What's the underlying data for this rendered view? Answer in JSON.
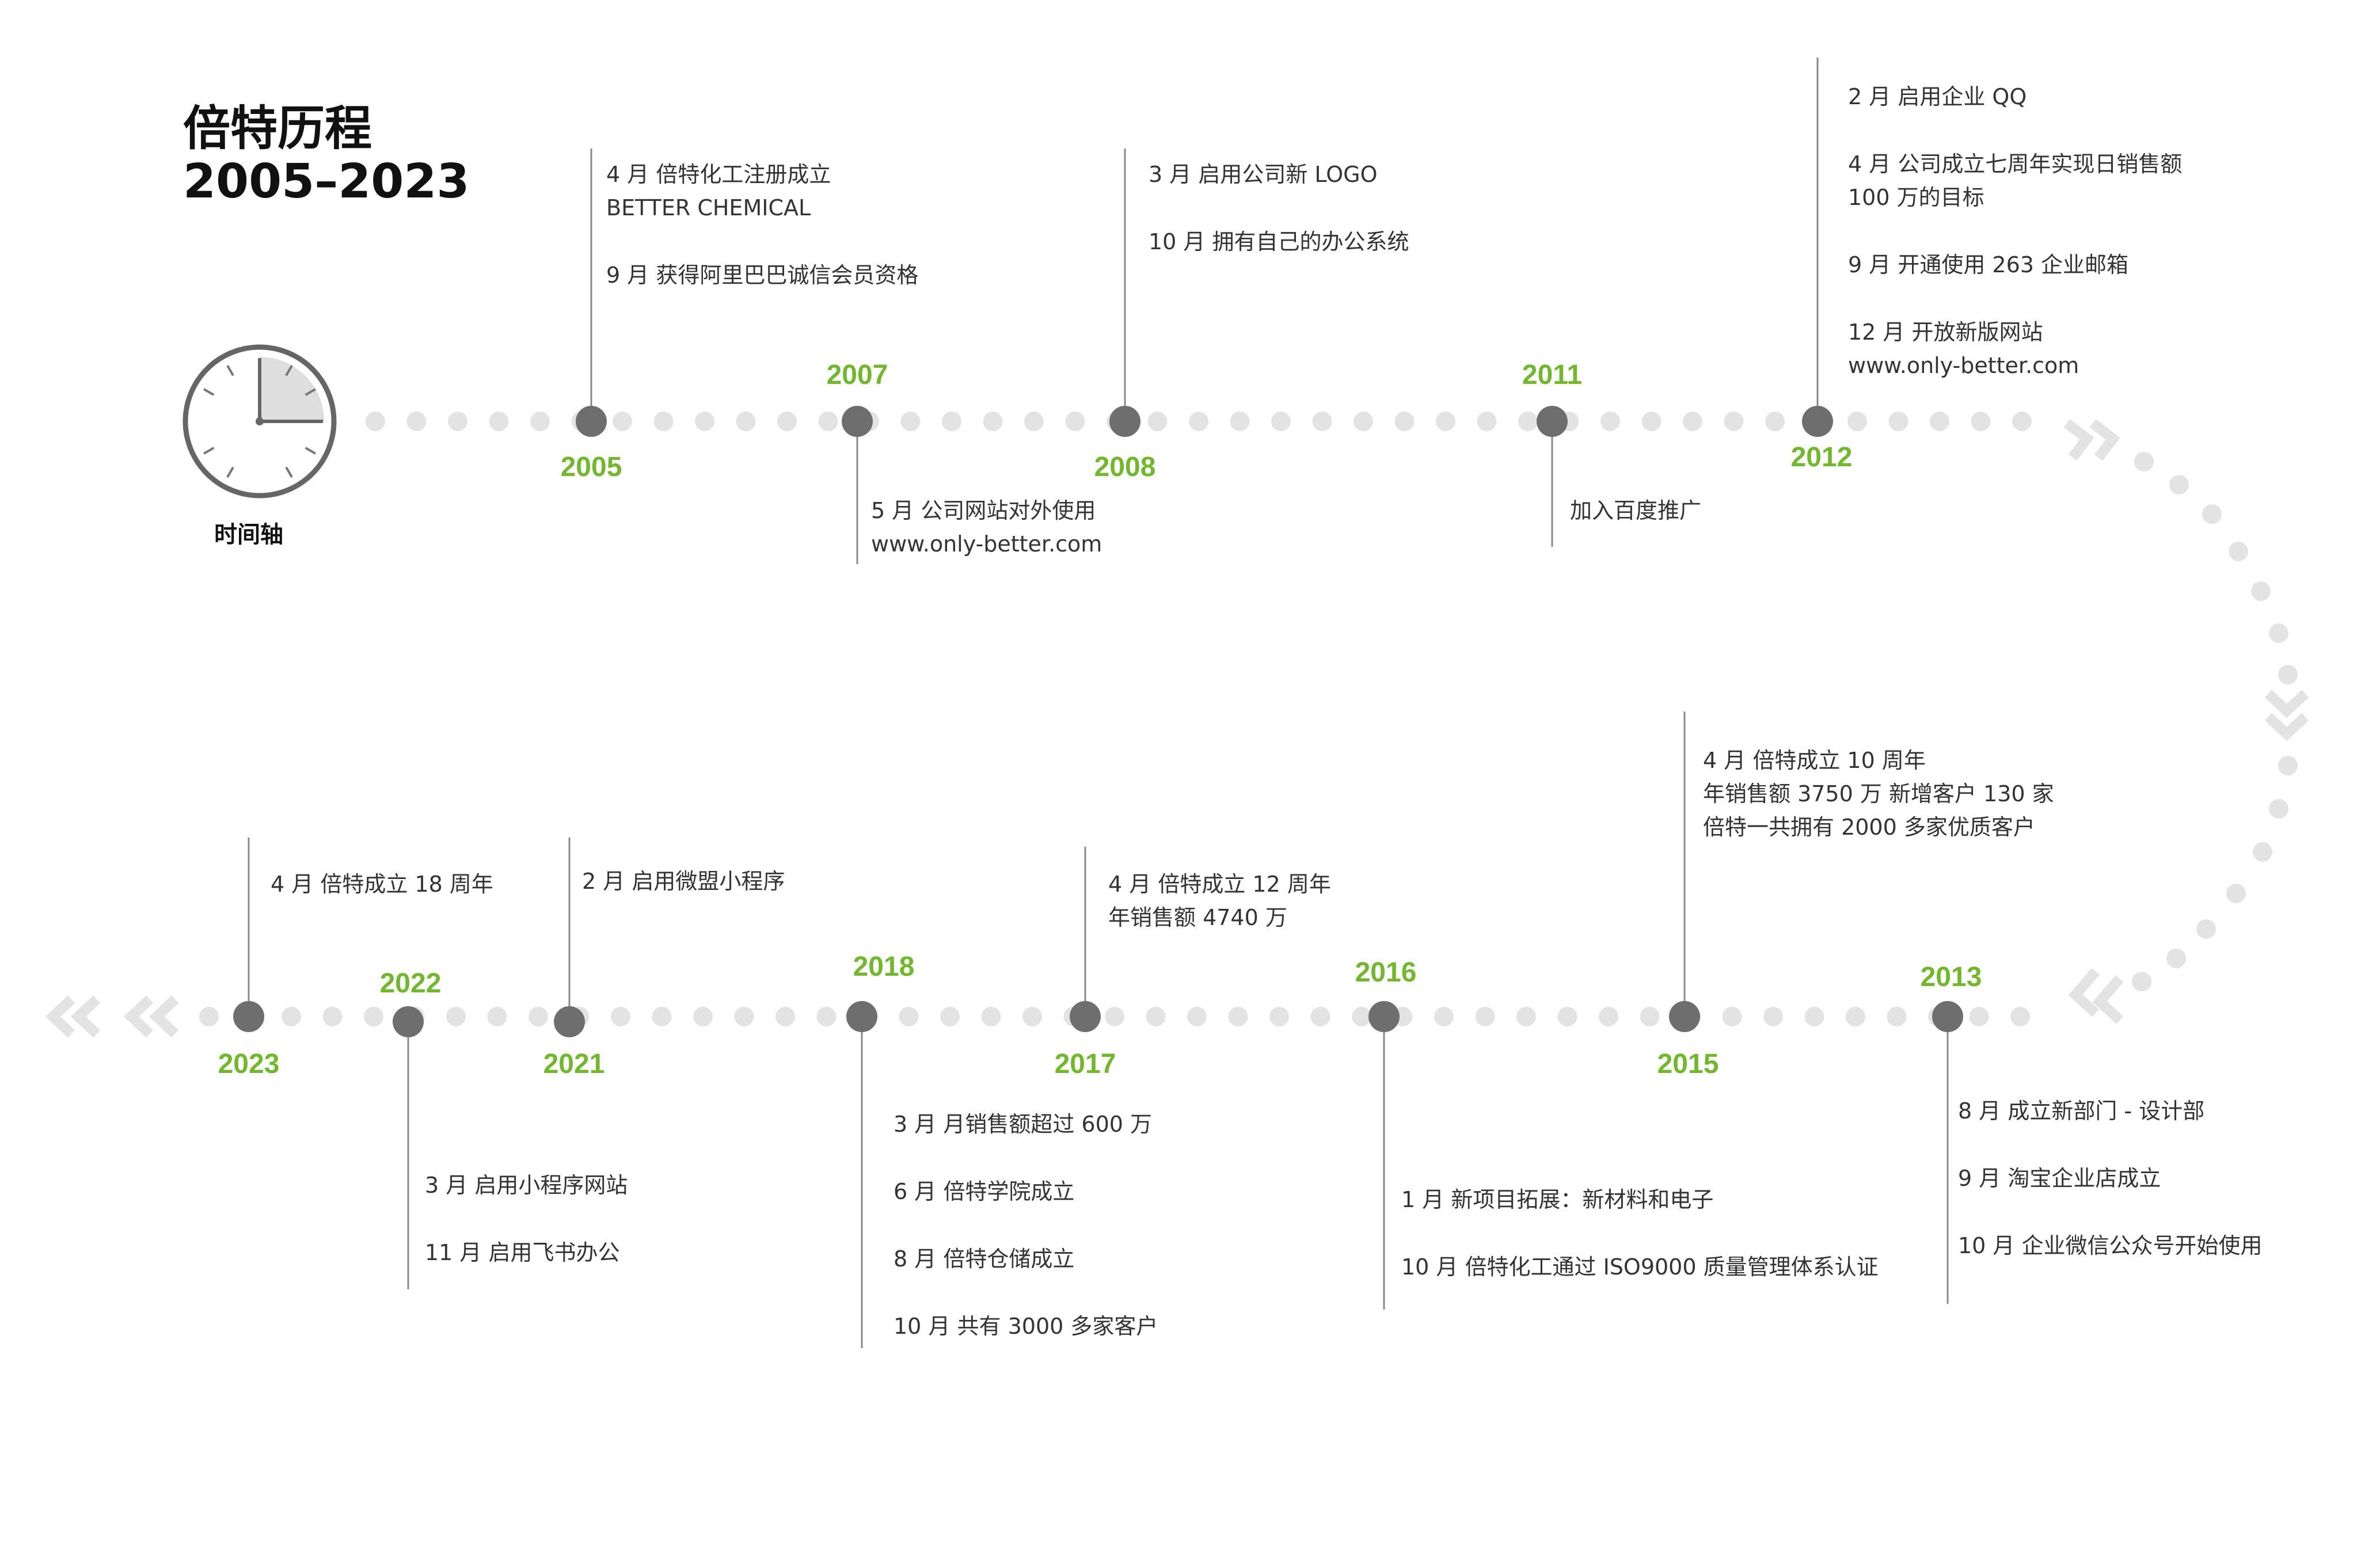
{
  "title": {
    "line1": "倍特历程",
    "line2": "2005–2023"
  },
  "clock_label": "时间轴",
  "colors": {
    "accent": "#72b72d",
    "node": "#6e6e6e",
    "dot": "#e3e3e3",
    "line": "#8a8a8a",
    "text": "#333333"
  },
  "icons": {
    "clock": "clock-icon",
    "arrow_right": "double-chevron-right-icon",
    "arrow_down": "double-chevron-down-icon",
    "arrow_left": "double-chevron-left-icon"
  },
  "years": {
    "y2005": "2005",
    "y2007": "2007",
    "y2008": "2008",
    "y2011": "2011",
    "y2012": "2012",
    "y2013": "2013",
    "y2015": "2015",
    "y2016": "2016",
    "y2017": "2017",
    "y2018": "2018",
    "y2021": "2021",
    "y2022": "2022",
    "y2023": "2023"
  },
  "events": {
    "e2005": [
      {
        "l1": "4 月 倍特化工注册成立",
        "l2": "BETTER CHEMICAL"
      },
      {
        "l1": "9 月 获得阿里巴巴诚信会员资格"
      }
    ],
    "e2007": [
      {
        "l1": "5 月 公司网站对外使用",
        "l2": "www.only-better.com"
      }
    ],
    "e2008": [
      {
        "l1": "3 月 启用公司新 LOGO"
      },
      {
        "l1": "10 月 拥有自己的办公系统"
      }
    ],
    "e2011": [
      {
        "l1": "加入百度推广"
      }
    ],
    "e2012": [
      {
        "l1": "2 月 启用企业 QQ"
      },
      {
        "l1": "4 月  公司成立七周年实现日销售额",
        "l2": "100 万的目标"
      },
      {
        "l1": "9 月 开通使用 263 企业邮箱"
      },
      {
        "l1": "12 月 开放新版网站",
        "l2": "www.only-better.com"
      }
    ],
    "e2013": [
      {
        "l1": "8 月 成立新部门 - 设计部"
      },
      {
        "l1": "9 月 淘宝企业店成立"
      },
      {
        "l1": "10 月 企业微信公众号开始使用"
      }
    ],
    "e2015": [
      {
        "l1": "4 月 倍特成立 10 周年",
        "l2": "年销售额 3750 万 新增客户 130 家",
        "l3": "倍特一共拥有 2000 多家优质客户"
      }
    ],
    "e2016": [
      {
        "l1": "1 月 新项目拓展：新材料和电子"
      },
      {
        "l1": "10 月 倍特化工通过 ISO9000 质量管理体系认证"
      }
    ],
    "e2017": [
      {
        "l1": "4 月 倍特成立 12 周年",
        "l2": "年销售额 4740 万"
      }
    ],
    "e2018": [
      {
        "l1": "3 月 月销售额超过 600 万"
      },
      {
        "l1": "6 月 倍特学院成立"
      },
      {
        "l1": "8 月 倍特仓储成立"
      },
      {
        "l1": "10 月 共有 3000 多家客户"
      }
    ],
    "e2021": [
      {
        "l1": "2 月 启用微盟小程序"
      }
    ],
    "e2022": [
      {
        "l1": "3 月 启用小程序网站"
      },
      {
        "l1": "11 月 启用飞书办公"
      }
    ],
    "e2023": [
      {
        "l1": "4 月 倍特成立 18 周年"
      }
    ]
  }
}
